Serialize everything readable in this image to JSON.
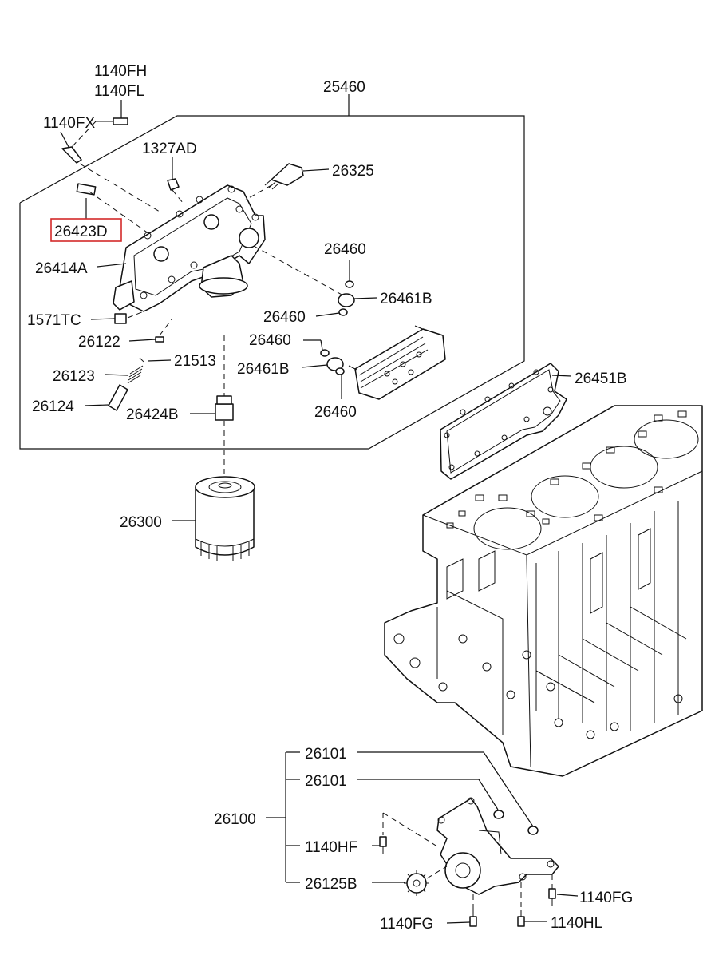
{
  "labels": {
    "p25460": "25460",
    "p1140FH": "1140FH",
    "p1140FL": "1140FL",
    "p1140FX": "1140FX",
    "p1327AD": "1327AD",
    "p26325": "26325",
    "p26423D": "26423D",
    "p26414A": "26414A",
    "p26460a": "26460",
    "p26461Ba": "26461B",
    "p26460b": "26460",
    "p1571TC": "1571TC",
    "p26122": "26122",
    "p26460c": "26460",
    "p21513": "21513",
    "p26461Bb": "26461B",
    "p26123": "26123",
    "p26451B": "26451B",
    "p26460d": "26460",
    "p26124": "26124",
    "p26424B": "26424B",
    "p26300": "26300",
    "p26101a": "26101",
    "p26101b": "26101",
    "p26100": "26100",
    "p1140HF": "1140HF",
    "p26125B": "26125B",
    "p1140FGa": "1140FG",
    "p1140FGb": "1140FG",
    "p1140HL": "1140HL"
  },
  "highlight": {
    "part": "26423D",
    "color": "#d42a2a"
  }
}
